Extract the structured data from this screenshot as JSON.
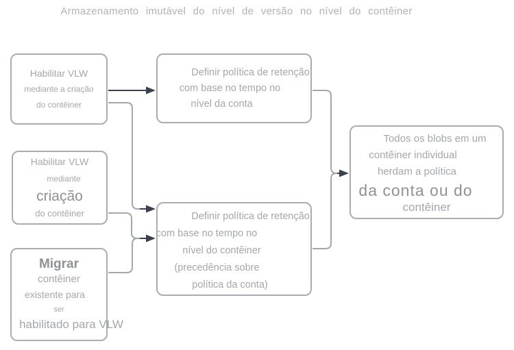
{
  "title": "Armazenamento imutável do nível de versão no nível do contêiner",
  "colors": {
    "bg": "#ffffff",
    "border": "#a9adb1",
    "line": "#a3a7ab",
    "arrow": "#3a414e",
    "text": "#a4a7aa",
    "text-dark": "#8e9296",
    "title": "#b0b2b4"
  },
  "boxes": {
    "box1": {
      "lines": [
        "Habilitar VLW",
        "mediante a criação",
        "do contêiner"
      ]
    },
    "box2": {
      "lines": [
        "Habilitar VLW",
        "mediante",
        "criação",
        "do contêiner"
      ]
    },
    "box3": {
      "lines": [
        "Migrar",
        "contêiner",
        "existente para",
        "ser",
        "habilitado para VLW"
      ]
    },
    "mid_top": {
      "lines": [
        "Definir política de retenção",
        "com base no tempo no",
        "nível da conta"
      ]
    },
    "mid_bottom": {
      "lines": [
        "Definir política de retenção",
        "com base no tempo no",
        "nível do contêiner",
        "(precedência sobre",
        "política da conta)"
      ]
    },
    "result": {
      "lines": [
        "Todos os blobs em um",
        "contêiner individual",
        "herdam a política",
        "da conta ou do",
        "contêiner"
      ]
    }
  }
}
